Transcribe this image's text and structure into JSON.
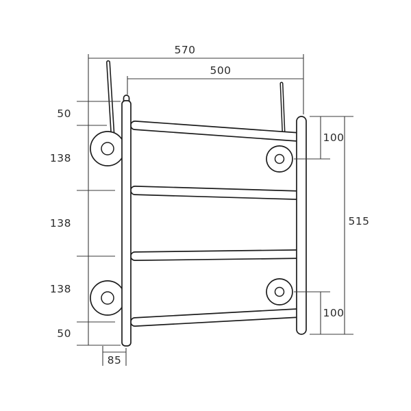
{
  "page": {
    "background": "#ffffff"
  },
  "drawing": {
    "line_color": "#1c1c1c",
    "dimension_line_color": "#3a3a3a",
    "text_color": "#2b2b2b"
  },
  "dimensions": {
    "overall_width": "570",
    "rail_width": "500",
    "left_chain": [
      "50",
      "138",
      "138",
      "138",
      "50"
    ],
    "wall_offset": "85",
    "right_top": "100",
    "overall_height": "515",
    "right_bottom": "100"
  }
}
